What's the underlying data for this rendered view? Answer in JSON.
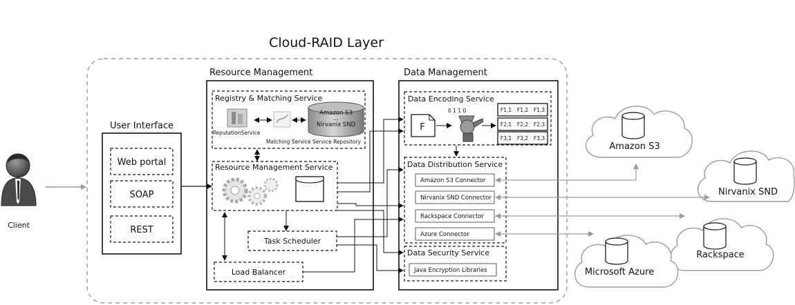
{
  "layer_title": "Cloud-RAID Layer",
  "client": {
    "label": "Client"
  },
  "user_interface": {
    "title": "User Interface",
    "items": [
      "Web portal",
      "SOAP",
      "REST"
    ]
  },
  "resource_management": {
    "title": "Resource Management",
    "registry": {
      "title": "Registry & Matching Service",
      "reputation_label": "ReputationService",
      "db_line1": "Amazon S3",
      "db_line2": "...",
      "db_line3": "Nirvanix SND",
      "caption": "Matching Service Service Repository"
    },
    "rms_title": "Resource Management Service",
    "task_scheduler": "Task Scheduler",
    "load_balancer": "Load Balancer"
  },
  "data_management": {
    "title": "Data Management",
    "encoding": {
      "title": "Data Encoding Service",
      "file_letter": "F",
      "fragment_rows": [
        [
          "F1,1",
          "F1,2",
          "F1,3"
        ],
        [
          "F2,1",
          "F2,2",
          "F2,3"
        ],
        [
          "F3,1",
          "F3,2",
          "F3,3"
        ]
      ]
    },
    "distribution": {
      "title": "Data Distribution Service",
      "connectors": [
        "Amazon S3 Connector",
        "Nirvanix SND Connector",
        "Rackspace Connector",
        "Azure Connector"
      ]
    },
    "security": {
      "title": "Data Security Service",
      "library": "Java Encryption Libraries"
    }
  },
  "clouds": [
    "Amazon S3",
    "Nirvanix SND",
    "Rackspace",
    "Microsoft Azure"
  ]
}
